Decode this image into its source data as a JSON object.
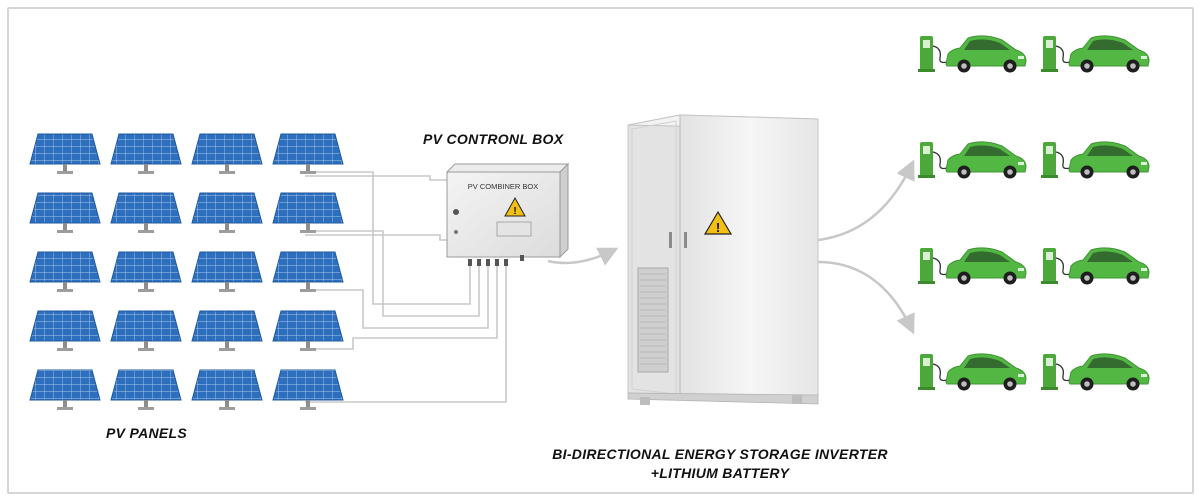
{
  "labels": {
    "control_box": "PV CONTRONL BOX",
    "panels": "PV PANELS",
    "inverter_line1": "BI-DIRECTIONAL ENERGY STORAGE INVERTER",
    "inverter_line2": "+LITHIUM BATTERY"
  },
  "combiner_box_text": "PV COMBINER BOX",
  "panel_grid": {
    "rows": 5,
    "cols": 4
  },
  "charger_grid": {
    "rows": 4,
    "cols": 2
  },
  "colors": {
    "panel": "#2d6fbd",
    "panel_grid_line": "#a9c7ec",
    "car": "#52b843",
    "charger": "#4da83b",
    "wire": "#c8c8c8",
    "cabinet": "#f1f1f1",
    "warning": "#f2c012"
  },
  "icons": [
    "warning-icon",
    "solar-panel-icon",
    "ev-charger-icon",
    "electric-car-icon"
  ]
}
